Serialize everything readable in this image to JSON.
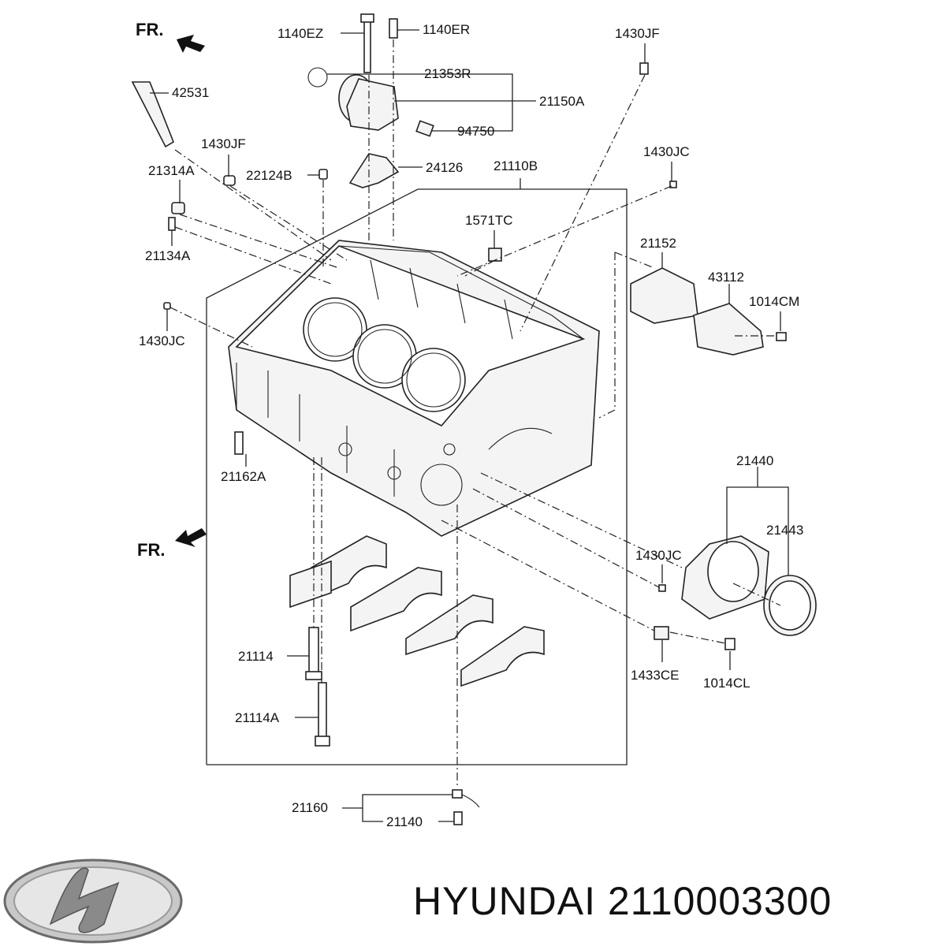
{
  "front_markers": {
    "top": "FR.",
    "bottom": "FR."
  },
  "parts": {
    "p1140EZ": "1140EZ",
    "p1140ER": "1140ER",
    "p1430JF_top": "1430JF",
    "p42531": "42531",
    "p21353R": "21353R",
    "p21150A": "21150A",
    "p94750": "94750",
    "p1430JF_left": "1430JF",
    "p21314A": "21314A",
    "p22124B": "22124B",
    "p24126": "24126",
    "p21110B": "21110B",
    "p1430JC_right": "1430JC",
    "p1571TC": "1571TC",
    "p21134A": "21134A",
    "p21152": "21152",
    "p43112": "43112",
    "p1014CM": "1014CM",
    "p1430JC_left": "1430JC",
    "p21162A": "21162A",
    "p21440": "21440",
    "p21443": "21443",
    "p1430JC_low": "1430JC",
    "p21114": "21114",
    "p1433CE": "1433CE",
    "p1014CL": "1014CL",
    "p21114A": "21114A",
    "p21160": "21160",
    "p21140": "21140"
  },
  "footer": {
    "brand_logo": "hyundai-logo",
    "caption": "HYUNDAI 2110003300"
  }
}
